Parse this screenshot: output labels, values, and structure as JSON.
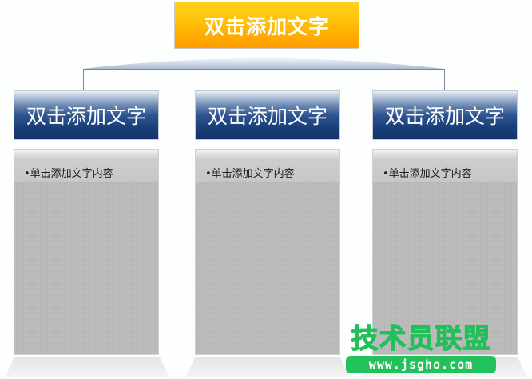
{
  "root": {
    "label": "双击添加文字",
    "color": "#ffb000"
  },
  "branches": [
    {
      "header": "双击添加文字",
      "bullet": "•单击添加文字内容"
    },
    {
      "header": "双击添加文字",
      "bullet": "•单击添加文字内容"
    },
    {
      "header": "双击添加文字",
      "bullet": "•单击添加文字内容"
    }
  ],
  "colors": {
    "header_blue": "#1a3f78",
    "panel_gray": "#b7b8b6",
    "connector": "#7d8694"
  },
  "watermark": {
    "title": "技术员联盟",
    "url": "www.jsgho.com",
    "color": "#22bf5a"
  }
}
